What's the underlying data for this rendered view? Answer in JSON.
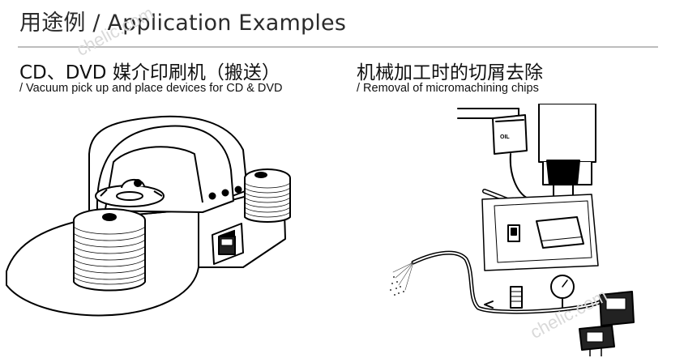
{
  "header": {
    "title": "用途例 / Application Examples"
  },
  "sections": [
    {
      "title": "CD、DVD 媒介印刷机（搬送）",
      "subtitle": "/ Vacuum pick up and place devices for CD & DVD"
    },
    {
      "title": "机械加工时的切屑去除",
      "subtitle": "/ Removal of micromachining chips",
      "oil_label": "OIL"
    }
  ],
  "watermark": {
    "text": "chelic.com"
  },
  "colors": {
    "text": "#111111",
    "rule": "#bdbdbd",
    "line_art": "#000000"
  }
}
